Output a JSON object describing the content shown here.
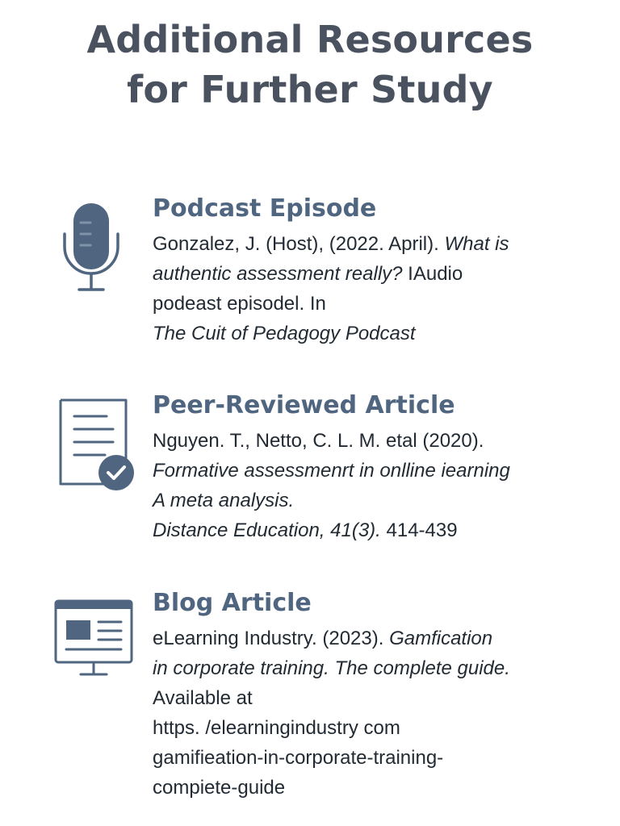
{
  "title": {
    "line1": "Additional Resources",
    "line2": "for Further Study"
  },
  "icons": {
    "podcast": "microphone-icon",
    "article": "document-check-icon",
    "blog": "monitor-webpage-icon",
    "accent": "#4f6580"
  },
  "resources": [
    {
      "heading": "Podcast Episode",
      "lines": [
        {
          "plain": "Gonzalez, J. (Host), (2022. April). ",
          "italic": "What is"
        },
        {
          "plain": "",
          "italic": "authentic assessment really?",
          "tail": " IAudio"
        },
        {
          "plain": "podeast episodel. In",
          "italic": ""
        },
        {
          "plain": "",
          "italic": "The Cuit of Pedagogy Podcast"
        }
      ]
    },
    {
      "heading": "Peer-Reviewed Article",
      "lines": [
        {
          "plain": "Nguyen. T., Netto, C. L. M. etal  (2020).",
          "italic": ""
        },
        {
          "plain": "",
          "italic": "Formative assessmenrt in onlline iearning"
        },
        {
          "plain": "",
          "italic": "A meta  analysis."
        },
        {
          "plain": "",
          "italic": "Distance Education, 41(3).",
          "tail": " 414-439"
        }
      ]
    },
    {
      "heading": "Blog Article",
      "lines": [
        {
          "plain": "eLearning Industry. (2023). ",
          "italic": "Gamfication"
        },
        {
          "plain": "",
          "italic": "in corporate training. The complete guide."
        },
        {
          "plain": "Available at",
          "italic": ""
        },
        {
          "plain": "https. /elearningindustry com",
          "italic": ""
        },
        {
          "plain": "gamifieation-in-corporate-training-",
          "italic": ""
        },
        {
          "plain": "compiete-guide",
          "italic": ""
        }
      ]
    }
  ]
}
